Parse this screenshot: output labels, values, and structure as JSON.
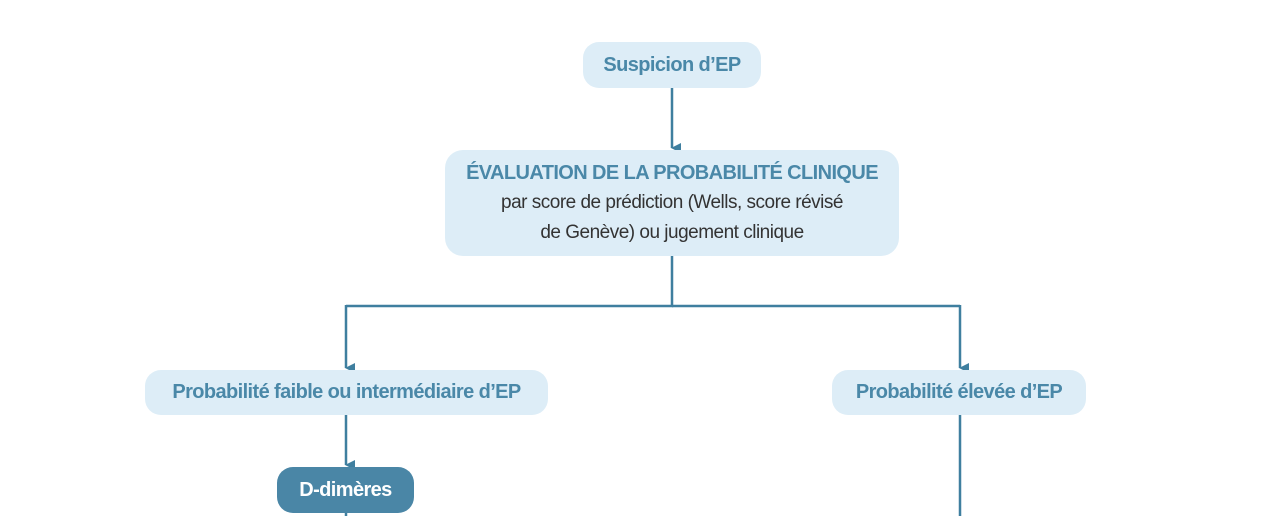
{
  "nodes": {
    "suspicion": "Suspicion d’EP",
    "evaluation_title": "ÉVALUATION DE LA PROBABILITÉ CLINIQUE",
    "evaluation_line1": "par score de prédiction (Wells, score révisé",
    "evaluation_line2": "de Genève) ou jugement clinique",
    "low_prob": "Probabilité faible ou intermédiaire d’EP",
    "high_prob": "Probabilité élevée d’EP",
    "d_dimers": "D-dimères"
  },
  "colors": {
    "light_box": "#ddedf7",
    "text": "#4a88a8",
    "dark_box": "#4a86a6",
    "line": "#3f7f9f"
  }
}
